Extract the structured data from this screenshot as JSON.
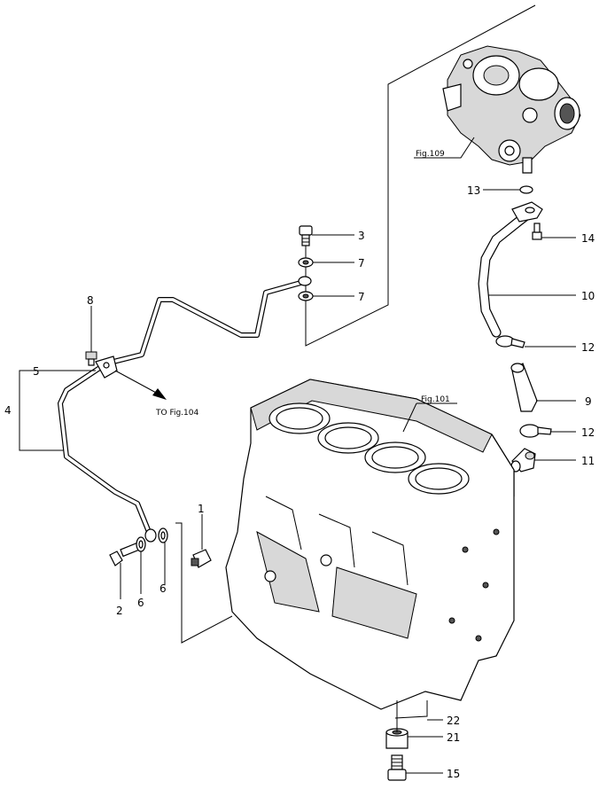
{
  "references": {
    "fig109": "Fig.109",
    "fig101": "Fig.101",
    "to_fig104": "TO Fig.104"
  },
  "callouts": {
    "c1": "1",
    "c2": "2",
    "c3": "3",
    "c4": "4",
    "c5": "5",
    "c6a": "6",
    "c6b": "6",
    "c7a": "7",
    "c7b": "7",
    "c8": "8",
    "c9": "9",
    "c10": "10",
    "c11": "11",
    "c12a": "12",
    "c12b": "12",
    "c13": "13",
    "c14": "14",
    "c15": "15",
    "c21": "21",
    "c22": "22"
  }
}
